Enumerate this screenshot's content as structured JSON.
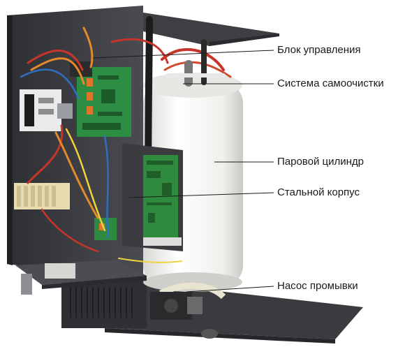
{
  "labels": {
    "control_unit": "Блок управления",
    "self_cleaning": "Система самоочистки",
    "steam_cylinder": "Паровой цилиндр",
    "steel_housing": "Стальной корпус",
    "flush_pump": "Насос промывки"
  },
  "colors": {
    "housing": "#3c3e42",
    "cylinder": "#f2f2ef",
    "pcb": "#2f8a3e",
    "leader_line": "#1a1a1a"
  }
}
